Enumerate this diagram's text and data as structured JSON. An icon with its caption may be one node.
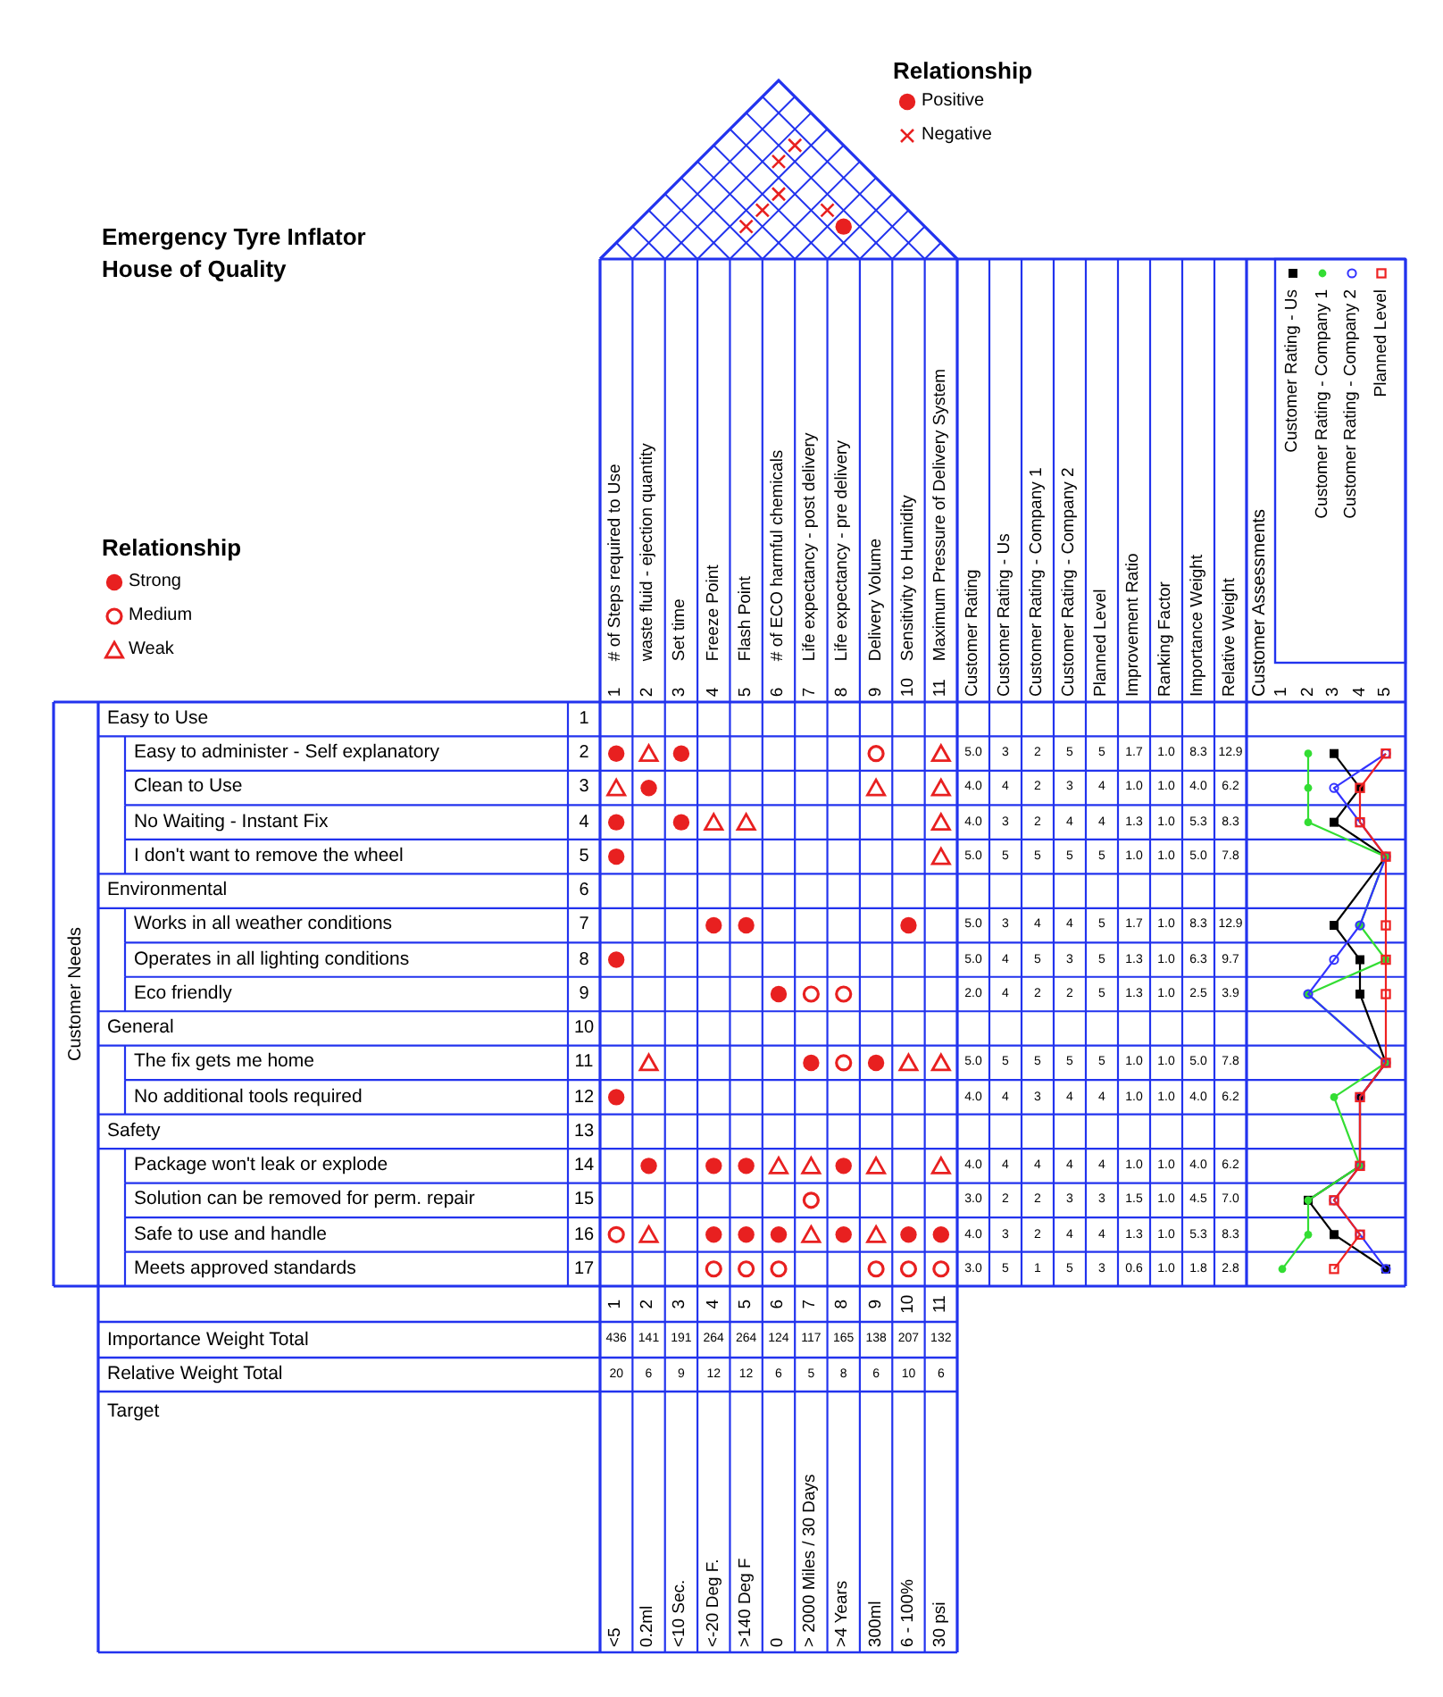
{
  "diagram": {
    "title": "Emergency Tyre Inflator House of Quality",
    "labels": [
      "Relationship",
      "Relationship",
      "# of Steps required to Use",
      "waste fluid - ejection quantity",
      "Set time",
      "Freeze Point",
      "Flash Point",
      "# of ECO harmful chemicals",
      "Life expectancy - post delivery",
      "Life expectancy - pre delivery",
      "Delivery Volume",
      "Sensitivity to Humidity",
      "Maximum Pressure of Delivery System",
      "1",
      "2",
      "3",
      "4",
      "5",
      "6",
      "7",
      "8",
      "9",
      "10",
      "11",
      "Customer Rating",
      "Customer Rating - Us",
      "Customer Rating - Company 1",
      "Customer Rating - Company 2",
      "Planned Level",
      "Improvement Ratio",
      "Ranking Factor",
      "Importance Weight",
      "Relative Weight",
      "Customer Needs",
      "Easy to Use",
      "1",
      "Easy to administer - Self explanatory",
      "2",
      "5.0",
      "3",
      "2",
      "5",
      "5",
      "1.7",
      "1.0",
      "8.3",
      "12.9",
      "Clean to Use",
      "3",
      "4.0",
      "4",
      "2",
      "3",
      "4",
      "1.0",
      "1.0",
      "4.0",
      "6.2",
      "No Waiting - Instant Fix",
      "4",
      "4.0",
      "3",
      "2",
      "4",
      "4",
      "1.3",
      "1.0",
      "5.3",
      "8.3",
      "I don't want to remove the wheel",
      "5",
      "5.0",
      "5",
      "5",
      "5",
      "5",
      "1.0",
      "1.0",
      "5.0",
      "7.8",
      "Environmental",
      "6",
      "Works in all weather conditions",
      "7",
      "5.0",
      "3",
      "4",
      "4",
      "5",
      "1.7",
      "1.0",
      "8.3",
      "12.9",
      "Operates in all lighting conditions",
      "8",
      "5.0",
      "4",
      "5",
      "3",
      "5",
      "1.3",
      "1.0",
      "6.3",
      "9.7",
      "Eco friendly",
      "9",
      "2.0",
      "4",
      "2",
      "2",
      "5",
      "1.3",
      "1.0",
      "2.5",
      "3.9",
      "General",
      "10",
      "The fix gets me home",
      "11",
      "5.0",
      "5",
      "5",
      "5",
      "5",
      "1.0",
      "1.0",
      "5.0",
      "7.8",
      "No additional tools required",
      "12",
      "4.0",
      "4",
      "3",
      "4",
      "4",
      "1.0",
      "1.0",
      "4.0",
      "6.2",
      "Safety",
      "13",
      "Package won't leak or explode",
      "14",
      "4.0",
      "4",
      "4",
      "4",
      "4",
      "1.0",
      "1.0",
      "4.0",
      "6.2",
      "Solution can be removed for perm. repair",
      "15",
      "3.0",
      "2",
      "2",
      "3",
      "3",
      "1.5",
      "1.0",
      "4.5",
      "7.0",
      "Safe to use and handle",
      "16",
      "4.0",
      "3",
      "2",
      "4",
      "4",
      "1.3",
      "1.0",
      "5.3",
      "8.3",
      "Meets approved standards",
      "17",
      "3.0",
      "5",
      "1",
      "5",
      "3",
      "0.6",
      "1.0",
      "1.8",
      "2.8",
      "1",
      "2",
      "3",
      "4",
      "5",
      "6",
      "7",
      "8",
      "9",
      "10",
      "11",
      "Importance Weight Total",
      "436",
      "141",
      "191",
      "264",
      "264",
      "124",
      "117",
      "165",
      "138",
      "207",
      "132",
      "Relative Weight Total",
      "20",
      "6",
      "9",
      "12",
      "12",
      "6",
      "5",
      "8",
      "6",
      "10",
      "6",
      "Target",
      "<5",
      "0.2ml",
      "<10 Sec.",
      "<-20 Deg F.",
      ">140 Deg F",
      "0",
      "> 2000 Miles / 30 Days",
      ">4 Years",
      "300ml",
      "6 - 100%",
      "30 psi",
      "Customer Assessments",
      "1",
      "2",
      "3",
      "4",
      "5"
    ],
    "legend": [
      {
        "text": "Strong"
      },
      {
        "text": "Medium"
      },
      {
        "text": "Weak"
      },
      {
        "text": "Positive"
      },
      {
        "text": "Negative"
      },
      {
        "text": "Customer Rating - Us"
      },
      {
        "text": "Customer Rating - Company 1"
      },
      {
        "text": "Customer Rating - Company 2"
      },
      {
        "text": "Planned Level"
      }
    ]
  }
}
